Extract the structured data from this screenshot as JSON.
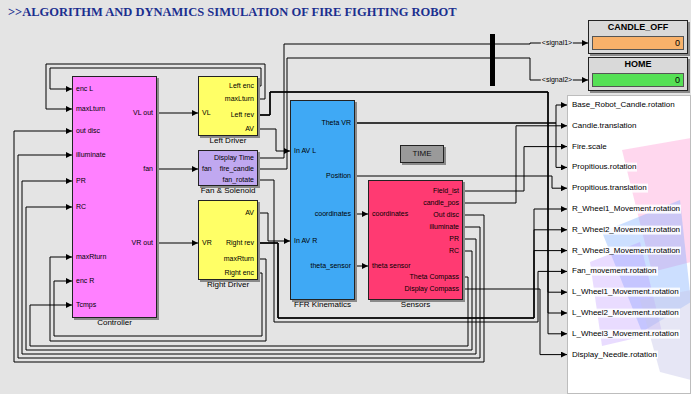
{
  "diagram": {
    "title": ">>ALGORITHM AND DYNAMICS SIMULATION OF FIRE FIGHTING ROBOT",
    "nodes": [
      {
        "text": [
          "Controller",
          "enc L",
          "maxLturn",
          "out disc",
          "illuminate",
          "PR",
          "RC",
          "maxRturn",
          "enc R",
          "Tcmps",
          "VL out",
          "fan",
          "VR out"
        ]
      },
      {
        "text": [
          "Left Driver",
          "VL",
          "Left enc",
          "maxLturn",
          "Left rev",
          "AV"
        ]
      },
      {
        "text": [
          "Fan & Solenoid",
          "fan",
          "Display Time",
          "fire_candle",
          "fan_rotate"
        ]
      },
      {
        "text": [
          "Right Driver",
          "VR",
          "AV",
          "Right rev",
          "maxRturn",
          "Right enc"
        ]
      },
      {
        "text": [
          "FFR Kinematics",
          "In AV L",
          "In AV R",
          "Theta VR",
          "Position",
          "coordinates",
          "theta_sensor"
        ]
      },
      {
        "text": [
          "TIME"
        ]
      },
      {
        "text": [
          "Sensors",
          "coordinates",
          "theta sensor",
          "Field_ist",
          "candle_pos",
          "Out disc",
          "illuminate",
          "PR",
          "RC",
          "Theta Compass",
          "Display Compass"
        ]
      },
      {
        "text": [
          "CANDLE_OFF",
          "0"
        ]
      },
      {
        "text": [
          "HOME",
          "0"
        ]
      },
      {
        "text": [
          "Base_Robot_Candle.rotation",
          "Candle.translation",
          "Fire.scale",
          "Propitious.rotation",
          "Propitious.translation",
          "R_Wheel1_Movement.rotation",
          "R_Wheel2_Movement.rotation",
          "R_Wheel3_Movement.rotation",
          "Fan_movement.rotation",
          "L_Wheel1_Movement.rotation",
          "L_Wheel2_Movement.rotation",
          "L_Wheel3_Movement.rotation",
          "Display_Needle.rotation"
        ]
      }
    ],
    "edges": [
      {
        "from": 0,
        "to": 1,
        "arrow": "to"
      },
      {
        "from": 0,
        "to": 2,
        "arrow": "to"
      },
      {
        "from": 0,
        "to": 3,
        "arrow": "to"
      },
      {
        "from": 1,
        "to": 0,
        "arrow": "to"
      },
      {
        "from": 1,
        "to": 0,
        "arrow": "to"
      },
      {
        "from": 1,
        "to": 4,
        "arrow": "to"
      },
      {
        "from": 1,
        "to": 9,
        "arrow": "to"
      },
      {
        "from": 1,
        "to": 9,
        "arrow": "to"
      },
      {
        "from": 1,
        "to": 9,
        "arrow": "to"
      },
      {
        "from": 2,
        "to": 7,
        "label": "<signal1>",
        "arrow": "to"
      },
      {
        "from": 2,
        "to": 8,
        "label": "<signal2>",
        "arrow": "to"
      },
      {
        "from": 2,
        "to": 9,
        "arrow": "to"
      },
      {
        "from": 3,
        "to": 4,
        "arrow": "to"
      },
      {
        "from": 3,
        "to": 0,
        "arrow": "to"
      },
      {
        "from": 3,
        "to": 0,
        "arrow": "to"
      },
      {
        "from": 3,
        "to": 9,
        "arrow": "to"
      },
      {
        "from": 3,
        "to": 9,
        "arrow": "to"
      },
      {
        "from": 3,
        "to": 9,
        "arrow": "to"
      },
      {
        "from": 4,
        "to": 6,
        "arrow": "to"
      },
      {
        "from": 4,
        "to": 6,
        "arrow": "to"
      },
      {
        "from": 4,
        "to": 9,
        "arrow": "to"
      },
      {
        "from": 4,
        "to": 9,
        "arrow": "to"
      },
      {
        "from": 4,
        "to": 9,
        "arrow": "to"
      },
      {
        "from": 6,
        "to": 0,
        "arrow": "to"
      },
      {
        "from": 6,
        "to": 0,
        "arrow": "to"
      },
      {
        "from": 6,
        "to": 0,
        "arrow": "to"
      },
      {
        "from": 6,
        "to": 0,
        "arrow": "to"
      },
      {
        "from": 6,
        "to": 0,
        "arrow": "to"
      },
      {
        "from": 6,
        "to": 9,
        "arrow": "to"
      },
      {
        "from": 6,
        "to": 9,
        "arrow": "to"
      },
      {
        "from": 6,
        "to": 9,
        "arrow": "to"
      }
    ]
  }
}
